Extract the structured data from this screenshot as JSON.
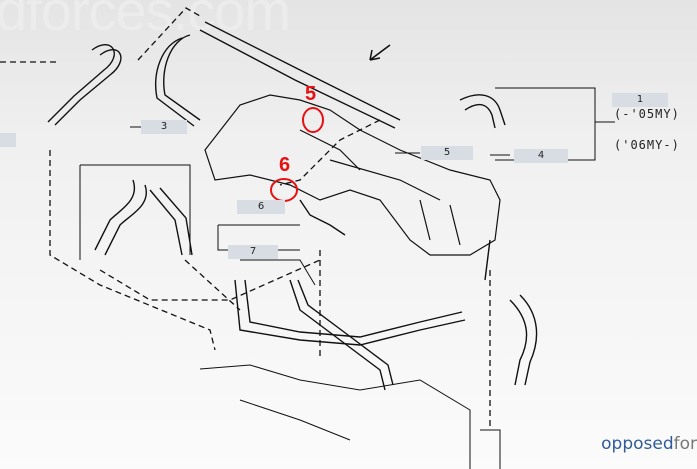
{
  "watermark": "dforces.com",
  "callouts": {
    "c0": "",
    "c3": "3",
    "c5": "5",
    "c4": "4",
    "c1": "1",
    "c6": "6",
    "c7": "7"
  },
  "markers": {
    "m5": "5",
    "m6": "6"
  },
  "model_years": {
    "early": "(-'05MY)",
    "late": "('06MY-)"
  },
  "branding": {
    "part1": "opposed",
    "part2": "for"
  },
  "colors": {
    "marker": "#e81010",
    "brand": "#2f5a9c"
  }
}
